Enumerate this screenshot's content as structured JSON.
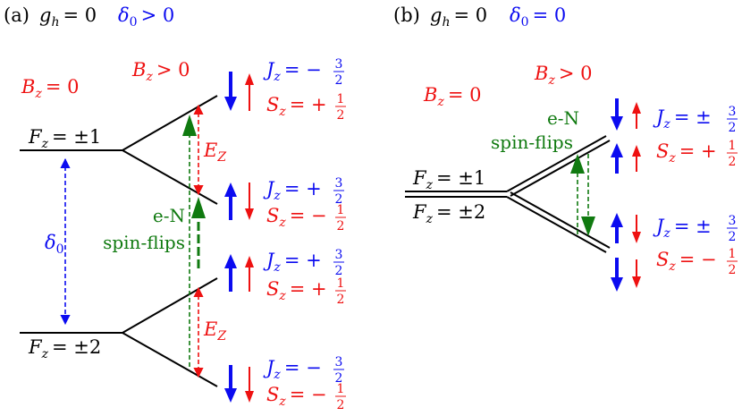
{
  "colors": {
    "black": "#000000",
    "blue": "#0b0bf0",
    "red": "#ee1111",
    "green": "#107a10"
  },
  "panel_a": {
    "label": "(a)",
    "gh": "g",
    "gh_sub": "h",
    "gh_val": "= 0",
    "delta_sym": "δ",
    "delta_sub": "0",
    "delta_val": "> 0",
    "bz_zero": "B",
    "bz_zero_sub": "z",
    "bz_zero_val": "= 0",
    "bz_pos": "B",
    "bz_pos_sub": "z",
    "bz_pos_val": "> 0",
    "fz_top": "F",
    "fz_top_sub": "z",
    "fz_top_val": "= ±1",
    "fz_bot": "F",
    "fz_bot_sub": "z",
    "fz_bot_val": "= ±2",
    "delta0": "δ",
    "delta0_sub": "0",
    "ez1": "E",
    "ez1_sub": "Z",
    "ez2": "E",
    "ez2_sub": "Z",
    "spinflip_1": "e-N",
    "spinflip_2": "spin-flips",
    "levels": [
      {
        "J": "J",
        "J_sub": "z",
        "J_eq": "= −",
        "J_num": "3",
        "J_den": "2",
        "S": "S",
        "S_sub": "z",
        "S_eq": "= +",
        "S_num": "1",
        "S_den": "2"
      },
      {
        "J": "J",
        "J_sub": "z",
        "J_eq": "= +",
        "J_num": "3",
        "J_den": "2",
        "S": "S",
        "S_sub": "z",
        "S_eq": "= −",
        "S_num": "1",
        "S_den": "2"
      },
      {
        "J": "J",
        "J_sub": "z",
        "J_eq": "= +",
        "J_num": "3",
        "J_den": "2",
        "S": "S",
        "S_sub": "z",
        "S_eq": "= +",
        "S_num": "1",
        "S_den": "2"
      },
      {
        "J": "J",
        "J_sub": "z",
        "J_eq": "= −",
        "J_num": "3",
        "J_den": "2",
        "S": "S",
        "S_sub": "z",
        "S_eq": "= −",
        "S_num": "1",
        "S_den": "2"
      }
    ]
  },
  "panel_b": {
    "label": "(b)",
    "gh": "g",
    "gh_sub": "h",
    "gh_val": "= 0",
    "delta_sym": "δ",
    "delta_sub": "0",
    "delta_val": "= 0",
    "bz_zero": "B",
    "bz_zero_sub": "z",
    "bz_zero_val": "= 0",
    "bz_pos": "B",
    "bz_pos_sub": "z",
    "bz_pos_val": "> 0",
    "fz_top": "F",
    "fz_top_sub": "z",
    "fz_top_val": "= ±1",
    "fz_bot": "F",
    "fz_bot_sub": "z",
    "fz_bot_val": "= ±2",
    "spinflip_1": "e-N",
    "spinflip_2": "spin-flips",
    "levels": [
      {
        "J": "J",
        "J_sub": "z",
        "J_eq": "= ±",
        "J_num": "3",
        "J_den": "2",
        "S": "S",
        "S_sub": "z",
        "S_eq": "= +",
        "S_num": "1",
        "S_den": "2"
      },
      {
        "J": "J",
        "J_sub": "z",
        "J_eq": "= ±",
        "J_num": "3",
        "J_den": "2",
        "S": "S",
        "S_sub": "z",
        "S_eq": "= −",
        "S_num": "1",
        "S_den": "2"
      }
    ]
  }
}
